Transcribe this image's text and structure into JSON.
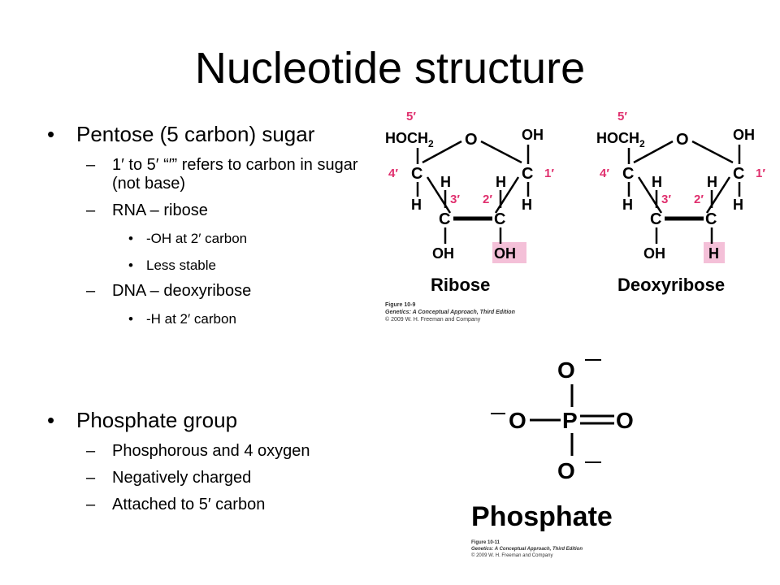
{
  "title": "Nucleotide structure",
  "pentose": {
    "heading": "Pentose (5 carbon) sugar",
    "sub1": "1′ to 5′ “′” refers to carbon in sugar (not base)",
    "rna": "RNA – ribose",
    "rna_points": [
      "-OH at 2′ carbon",
      "Less stable"
    ],
    "dna": "DNA – deoxyribose",
    "dna_points": [
      "-H at 2′ carbon"
    ]
  },
  "phosphate": {
    "heading": "Phosphate group",
    "points": [
      "Phosphorous and 4 oxygen",
      "Negatively charged",
      "Attached to 5′ carbon"
    ]
  },
  "sugar_figure": {
    "ribose_label": "Ribose",
    "deoxyribose_label": "Deoxyribose",
    "atoms": {
      "hoch2": "HOCH",
      "sub2": "2",
      "o": "O",
      "oh": "OH",
      "h": "H",
      "c": "C"
    },
    "primes": {
      "p5": "5′",
      "p4": "4′",
      "p3": "3′",
      "p2": "2′",
      "p1": "1′"
    },
    "ribose_2prime_group": "OH",
    "deoxy_2prime_group": "H",
    "caption_fig": "Figure 10-9",
    "caption_book": "Genetics: A Conceptual Approach, Third Edition",
    "caption_copy": "© 2009 W. H. Freeman and Company",
    "highlight_color": "#f4c0d8",
    "prime_color": "#e0306e"
  },
  "phosphate_figure": {
    "label": "Phosphate",
    "atoms": {
      "o": "O",
      "p": "P",
      "minus": "—"
    },
    "caption_fig": "Figure 10-11",
    "caption_book": "Genetics: A Conceptual Approach, Third Edition",
    "caption_copy": "© 2009 W. H. Freeman and Company"
  }
}
